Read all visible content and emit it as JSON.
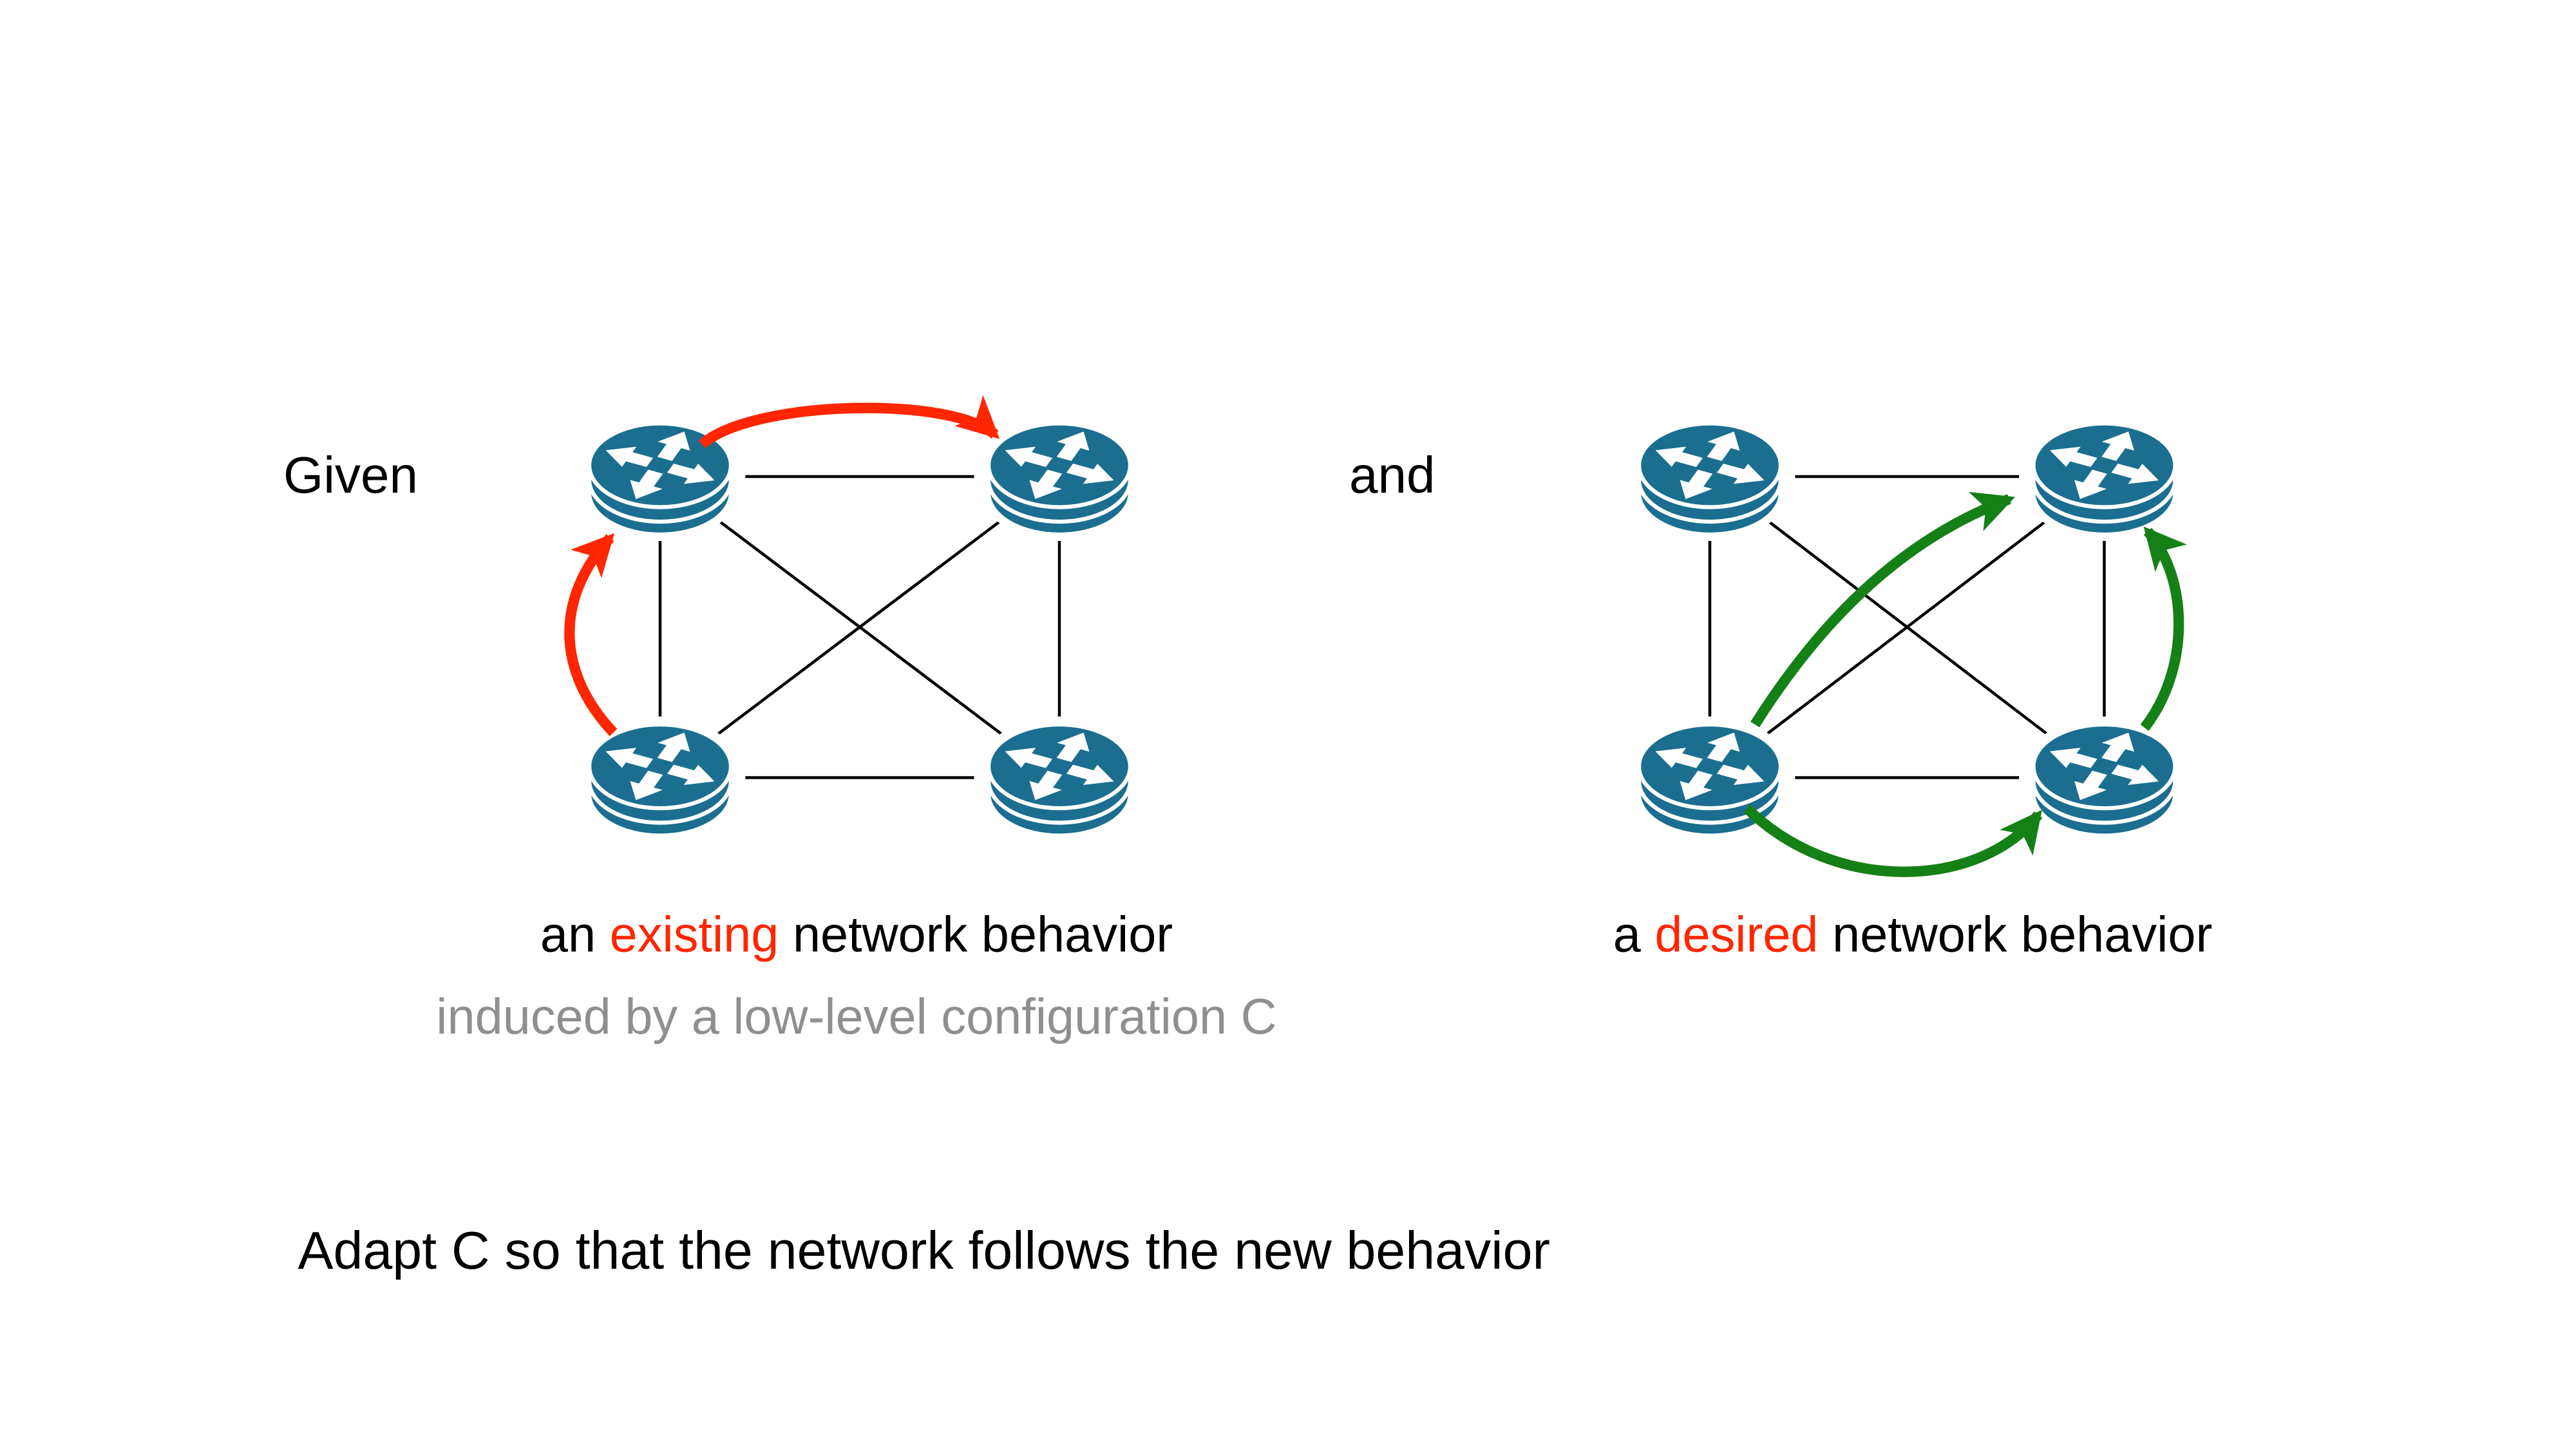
{
  "labels": {
    "given": "Given",
    "and": "and"
  },
  "captions": {
    "existing": {
      "prefix": "an ",
      "highlight": "existing",
      "suffix": " network behavior",
      "subtitle": "induced by a low-level configuration C"
    },
    "desired": {
      "prefix": "a ",
      "highlight": "desired",
      "suffix": " network behavior"
    }
  },
  "task": {
    "text": "Adapt C so that the network follows the new behavior"
  },
  "colors": {
    "highlight": "#ff2600",
    "existing_route": "#ff2600",
    "desired_route": "#158015",
    "router": "#1b6e8f",
    "link": "#000000",
    "subtitle": "#8f8f8f",
    "background": "#ffffff"
  },
  "diagrams": {
    "existing": {
      "name": "existing network behavior",
      "nodes": [
        "router-top-left",
        "router-top-right",
        "router-bottom-left",
        "router-bottom-right"
      ],
      "links": "full mesh (6 links)",
      "route_color": "red",
      "route": [
        {
          "from": "router-bottom-left",
          "to": "router-top-left"
        },
        {
          "from": "router-top-left",
          "to": "router-top-right"
        }
      ]
    },
    "desired": {
      "name": "desired network behavior",
      "nodes": [
        "router-top-left",
        "router-top-right",
        "router-bottom-left",
        "router-bottom-right"
      ],
      "links": "full mesh (6 links)",
      "route_color": "green",
      "route": [
        {
          "from": "router-bottom-left",
          "to": "router-top-right"
        },
        {
          "from": "router-bottom-left",
          "to": "router-bottom-right"
        },
        {
          "from": "router-bottom-right",
          "to": "router-top-right"
        }
      ]
    }
  }
}
